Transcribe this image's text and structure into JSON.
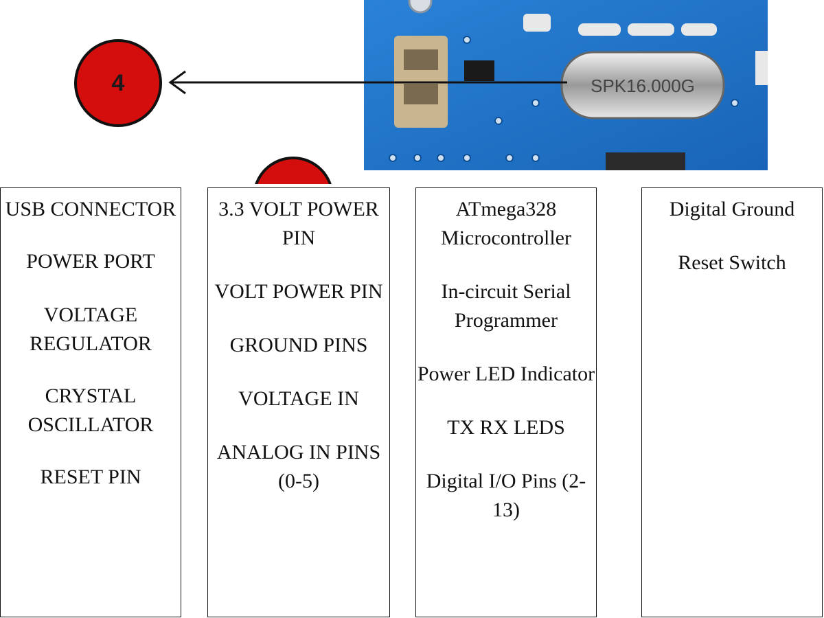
{
  "board": {
    "crystal_label": "SPK16.000G",
    "colors": {
      "pcb": "#1f74c8",
      "marker": "#d40d0d"
    }
  },
  "markers": [
    {
      "number": "4"
    }
  ],
  "legend": {
    "columns": [
      {
        "items": [
          "USB CONNECTOR",
          "POWER PORT",
          "VOLTAGE REGULATOR",
          "CRYSTAL OSCILLATOR",
          "RESET PIN"
        ]
      },
      {
        "items": [
          "3.3 VOLT POWER PIN",
          "VOLT POWER PIN",
          "GROUND PINS",
          "VOLTAGE IN",
          "ANALOG IN PINS (0-5)"
        ]
      },
      {
        "items": [
          "ATmega328 Microcontroller",
          "In-circuit Serial Programmer",
          "Power LED Indicator",
          "TX RX LEDS",
          "Digital I/O Pins (2-13)"
        ]
      },
      {
        "items": [
          "Digital Ground",
          "Reset Switch"
        ]
      }
    ]
  }
}
